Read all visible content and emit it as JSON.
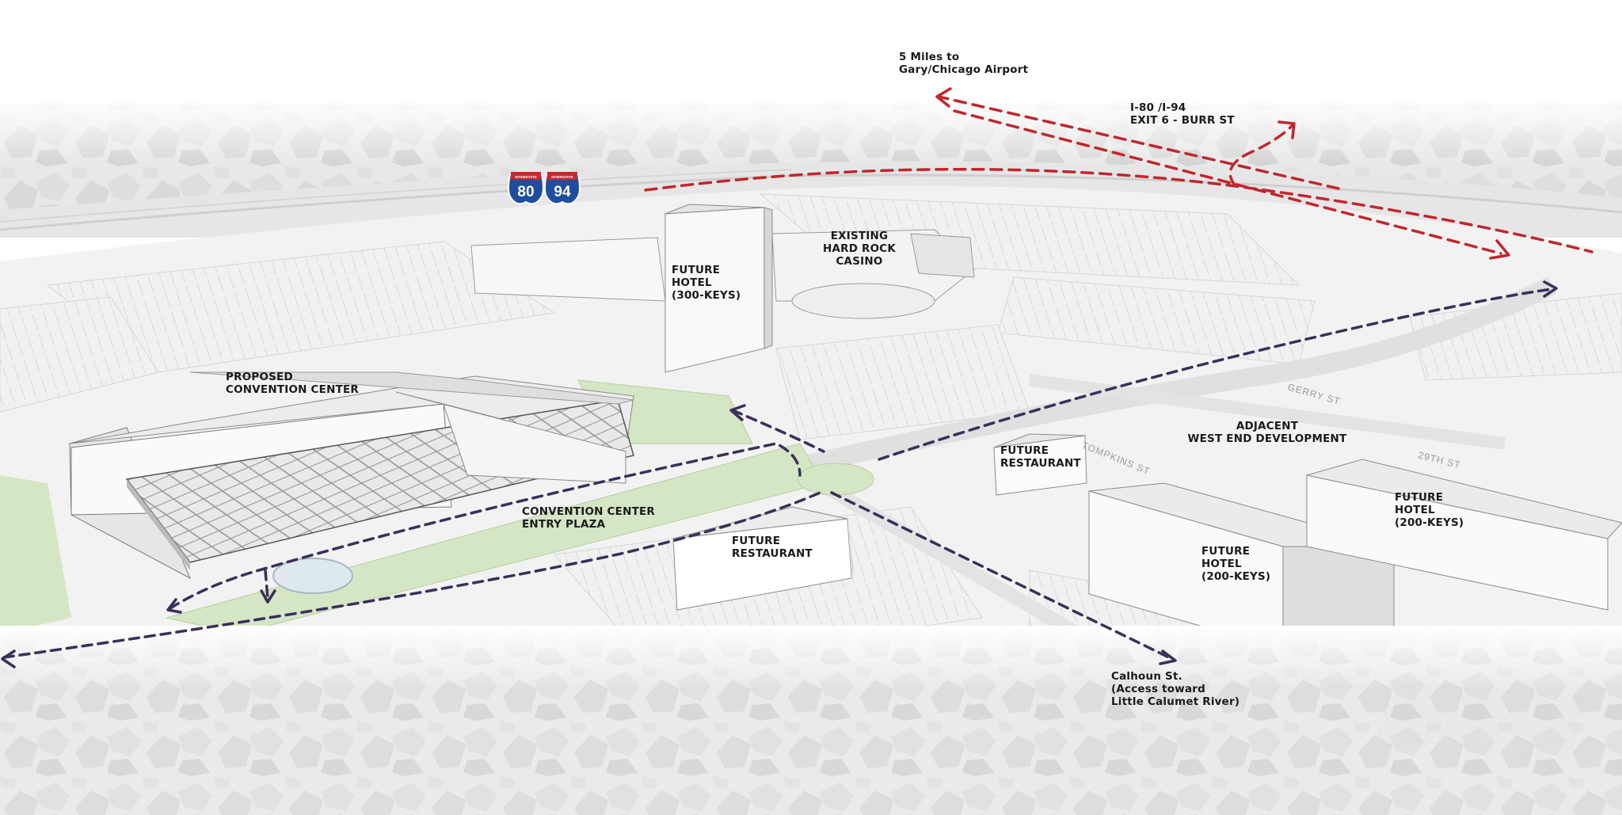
{
  "map": {
    "labels": {
      "airport": "5 Miles to\nGary/Chicago Airport",
      "interstate_exit": "I-80 /I-94\nEXIT 6 - BURR ST",
      "casino": "EXISTING\nHARD ROCK CASINO",
      "hotel_300": "FUTURE\nHOTEL\n(300-KEYS)",
      "convention_center": "PROPOSED\nCONVENTION CENTER",
      "entry_plaza": "CONVENTION CENTER\nENTRY PLAZA",
      "restaurant_south": "FUTURE\nRESTAURANT",
      "restaurant_east": "FUTURE\nRESTAURANT",
      "west_end": "ADJACENT\nWEST END DEVELOPMENT",
      "hotel_200_center": "FUTURE\nHOTEL\n(200-KEYS)",
      "hotel_200_east": "FUTURE\nHOTEL\n(200-KEYS)",
      "calhoun": "Calhoun St.\n(Access toward\nLittle Calumet River)"
    },
    "shields": {
      "left_number": "80",
      "right_number": "94",
      "header": "INTERSTATE"
    },
    "street_labels": {
      "tompkins": "TOMPKINS ST",
      "street_29th": "29TH ST",
      "gerry": "GERRY ST"
    },
    "colors": {
      "regional_access_route": "#c0272d",
      "local_circulation_route": "#3b2f5c",
      "landscape_green": "#d4e6c3",
      "building": "#f4f4f4",
      "shield_blue": "#1f4e9e",
      "shield_red": "#c8272e"
    }
  }
}
